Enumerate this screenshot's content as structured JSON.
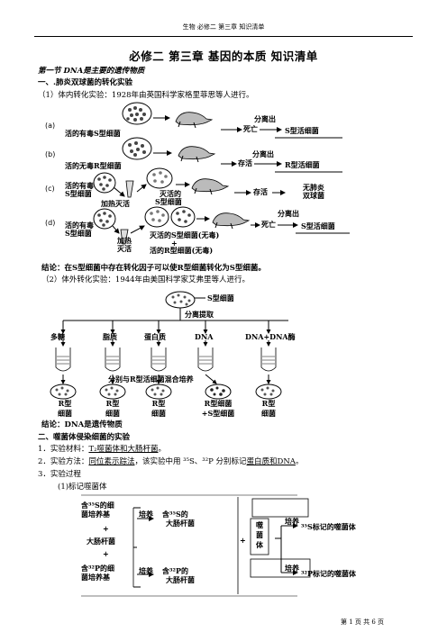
{
  "header": {
    "text": "生物    必修二    第三章  知识清单"
  },
  "title": "必修二    第三章  基因的本质    知识清单",
  "section1": {
    "heading": "第一节 DNA是主要的遗传物质",
    "part1": "一、.肺炎双球菌的转化实验",
    "in_vivo": "（1）体内转化实验：1928年由英国科学家格里菲思等人进行。",
    "rows": [
      {
        "tag": "(a)",
        "left": "活的有毒S型细菌",
        "result": "死亡",
        "sep": "分离出",
        "final": "S型活细菌"
      },
      {
        "tag": "(b)",
        "left": "活的无毒R型细菌",
        "result": "存活",
        "sep": "分离出",
        "final": "R型活细菌"
      },
      {
        "tag": "(c)",
        "left1": "活的有毒",
        "left2": "S型细菌",
        "heat": "加热灭活",
        "dead1": "灭活的",
        "dead2": "S型细菌",
        "result": "存活",
        "final1": "无肺炎",
        "final2": "双球菌"
      },
      {
        "tag": "(d)",
        "left1": "活的有毒",
        "left2": "S型细菌",
        "heat1": "加热",
        "heat2": "灭活",
        "mix1": "灭活的S型细菌(无毒)",
        "plus": "+",
        "mix2": "活的R型细菌(无毒)",
        "result": "死亡",
        "sep": "分离出",
        "final": "S型活细菌"
      }
    ],
    "conclusion1": "结论：在S型细菌中存在转化因子可以使R型细菌转化为S型细菌。",
    "in_vitro": "（2）体外转化实验：1944年由美国科学家艾弗里等人进行。",
    "avery": {
      "top": "S型细菌",
      "extract": "分离提取",
      "items": [
        "多糖",
        "脂质",
        "蛋白质",
        "DNA",
        "DNA+DNA酶"
      ],
      "mix": "分别与R型活细菌混合培养",
      "results": [
        [
          "R型",
          "细菌"
        ],
        [
          "R型",
          "细菌"
        ],
        [
          "R型",
          "细菌"
        ],
        [
          "R型细菌",
          "+S型细菌"
        ],
        [
          "R型",
          "细菌"
        ]
      ]
    },
    "conclusion2": "结论：DNA是遗传物质"
  },
  "section2": {
    "part2": "二、噬菌体侵染细菌的实验",
    "item1_num": "1．",
    "item1_label": "实验材料：",
    "item1_value": "T₂噬菌体和大肠杆菌",
    "item1_end": "。",
    "item2_num": "2．",
    "item2_label": "实验方法：",
    "item2_method": "同位素示踪法",
    "item2_mid": "，该实验中用 ³⁵S、³²P 分别标记",
    "item2_value": "蛋白质和DNA",
    "item2_end": "。",
    "item3_num": "3．",
    "item3": "实验过程",
    "sub1": "(1)标记噬菌体",
    "diagram": {
      "a1": "含³⁵S的细",
      "a2": "菌培养基",
      "plus1": "+",
      "ecoli": "大肠杆菌",
      "plus2": "+",
      "b1": "含³²P的细",
      "b2": "菌培养基",
      "c1": "培养",
      "s_top1": "含³⁵S的",
      "s_top2": "大肠杆菌",
      "c2": "培养",
      "p_top1": "含³²P的",
      "p_top2": "大肠杆菌",
      "plus3": "+",
      "phage": [
        "噬",
        "菌",
        "体"
      ],
      "c3": "培养",
      "r1": "³⁵S标记的噬菌体",
      "c4": "培养",
      "r2": "³²P标记的噬菌体"
    }
  },
  "footer": "第  1  页  共  6  页"
}
